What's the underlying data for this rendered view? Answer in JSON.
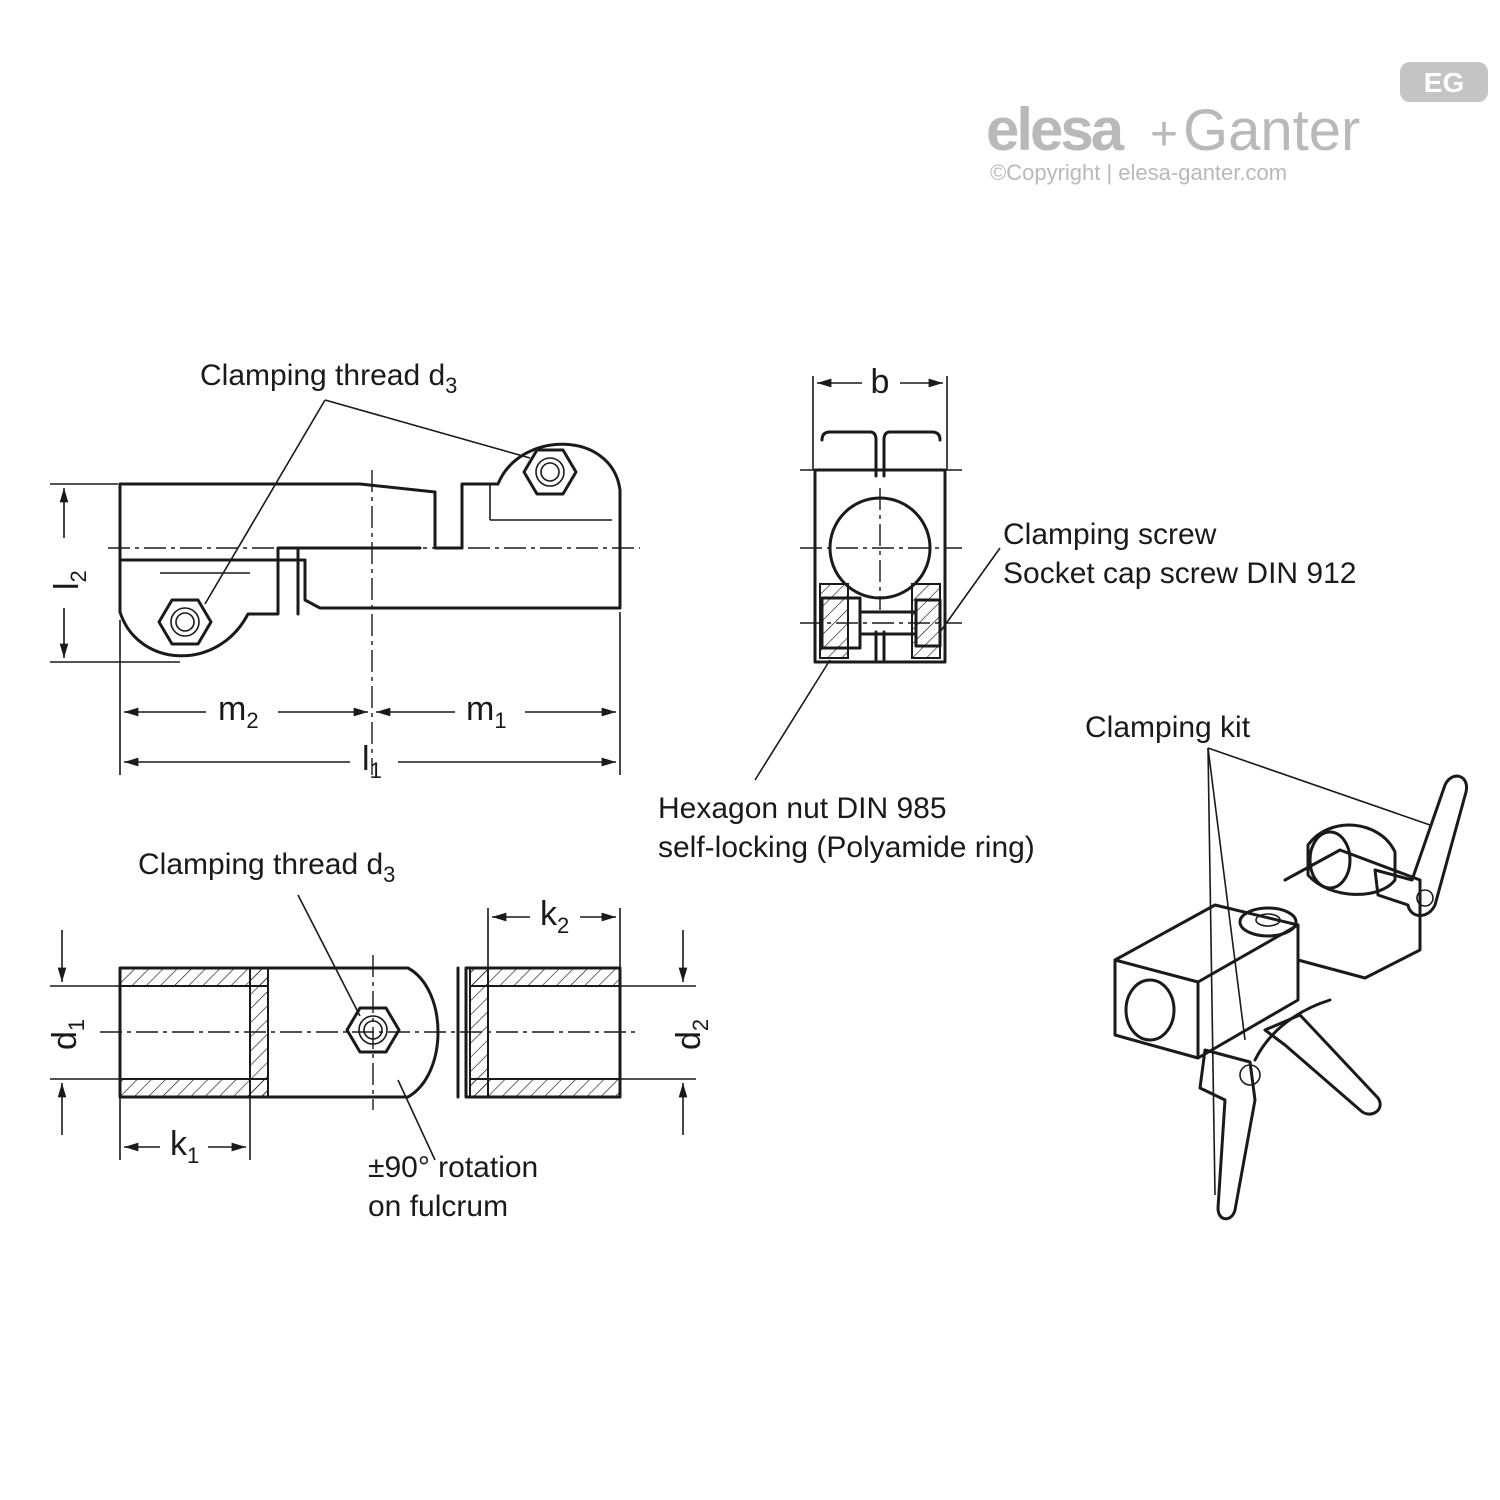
{
  "logo": {
    "brand_left": "elesa",
    "brand_plus": "+",
    "brand_right": "Ganter",
    "copyright": "©Copyright | elesa-ganter.com",
    "badge": "EG"
  },
  "labels": {
    "clamping_thread_top": "Clamping thread d",
    "clamping_thread_top_sub": "3",
    "clamping_thread_bottom": "Clamping thread d",
    "clamping_thread_bottom_sub": "3",
    "clamping_screw_line1": "Clamping screw",
    "clamping_screw_line2": "Socket cap screw DIN 912",
    "hex_nut_line1": "Hexagon nut  DIN 985",
    "hex_nut_line2": "self-locking (Polyamide ring)",
    "clamping_kit": "Clamping kit",
    "rotation_line1": "±90° rotation",
    "rotation_line2": "on fulcrum"
  },
  "dimensions": {
    "l2": {
      "main": "l",
      "sub": "2"
    },
    "m2": {
      "main": "m",
      "sub": "2"
    },
    "m1": {
      "main": "m",
      "sub": "1"
    },
    "l1": {
      "main": "l",
      "sub": "1"
    },
    "b": {
      "main": "b",
      "sub": ""
    },
    "d1": {
      "main": "d",
      "sub": "1"
    },
    "d2": {
      "main": "d",
      "sub": "2"
    },
    "k1": {
      "main": "k",
      "sub": "1"
    },
    "k2": {
      "main": "k",
      "sub": "2"
    }
  }
}
